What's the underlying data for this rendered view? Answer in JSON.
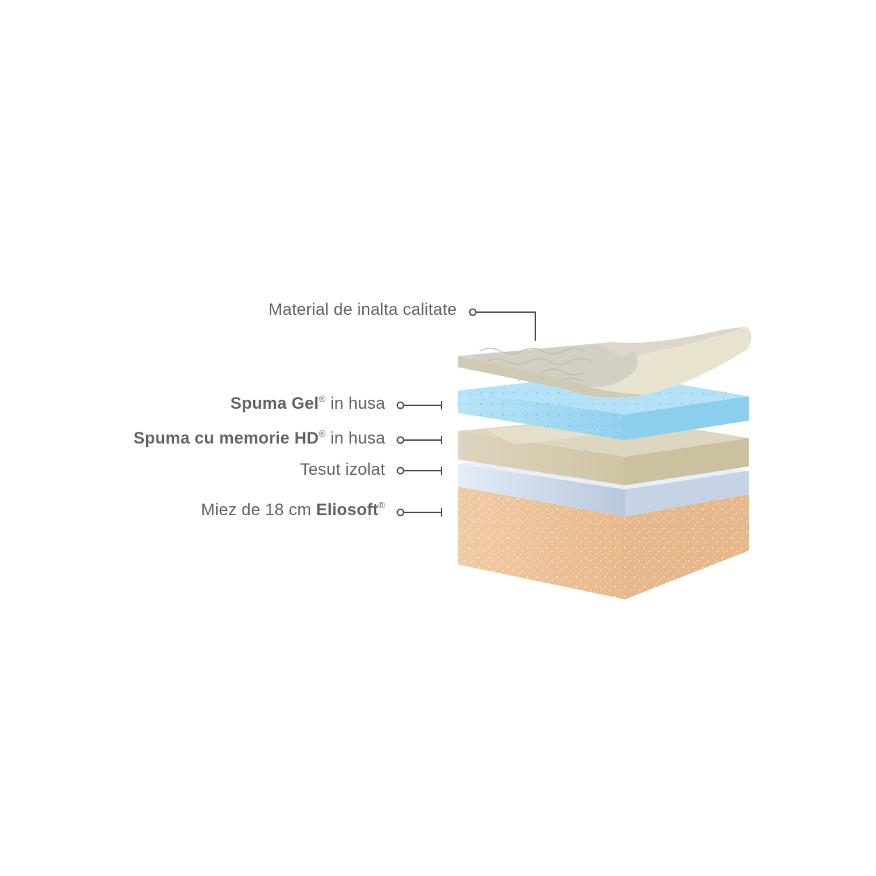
{
  "labels": {
    "top_fabric": "Material de inalta calitate",
    "gel_bold": "Spuma Gel",
    "gel_rest": " in husa",
    "memory_bold": "Spuma cu memorie HD",
    "memory_rest": " in husa",
    "fabric_layer": "Tesut izolat",
    "core_prefix": "Miez de 18 cm ",
    "core_bold": "Eliosoft",
    "registered": "®"
  },
  "colors": {
    "text": "#666666",
    "leader": "#555555",
    "gel": "#a9dcf4",
    "memory": "#d8d0b6",
    "fabric": "#d7e4f2",
    "core": "#efc9a3",
    "quilt": "#dcd8cf"
  }
}
